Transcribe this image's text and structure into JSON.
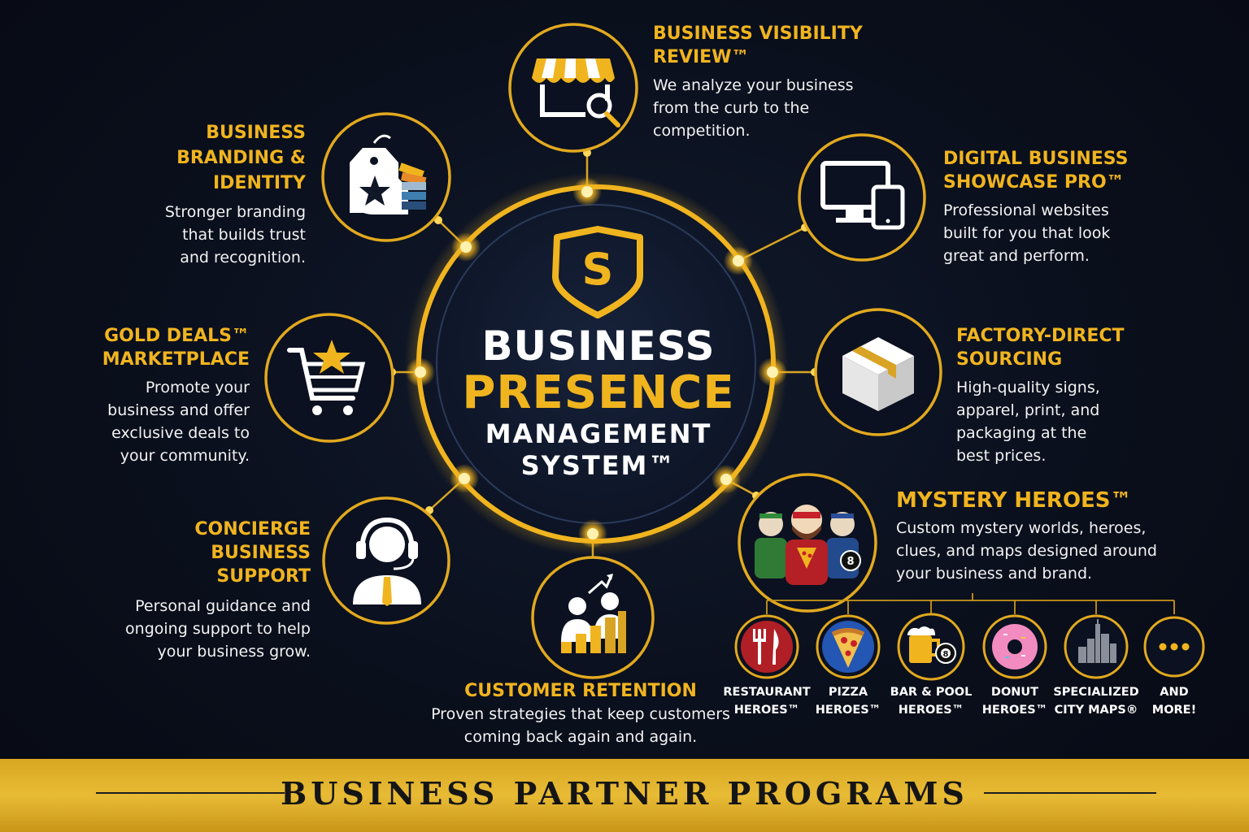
{
  "center": {
    "line1": "BUSINESS",
    "line2": "PRESENCE",
    "line3": "MANAGEMENT",
    "line4": "SYSTEM™"
  },
  "nodes": {
    "visibility": {
      "title": "BUSINESS VISIBILITY REVIEW™",
      "desc": "We analyze your business from the curb to the competition.",
      "icon": "storefront-search-icon"
    },
    "showcase": {
      "title": "DIGITAL BUSINESS SHOWCASE PRO™",
      "desc": "Professional websites built for you that look great and perform.",
      "icon": "devices-icon"
    },
    "sourcing": {
      "title": "FACTORY-DIRECT SOURCING",
      "desc": "High-quality signs, apparel, print, and packaging at the best prices.",
      "icon": "box-icon"
    },
    "heroes": {
      "title": "MYSTERY HEROES™",
      "desc": "Custom mystery worlds, heroes, clues, and maps designed around your business and brand.",
      "icon": "heroes-icon"
    },
    "retention": {
      "title": "CUSTOMER RETENTION",
      "desc": "Proven strategies that keep customers coming back again and again.",
      "icon": "growth-chart-icon"
    },
    "concierge": {
      "title": "CONCIERGE BUSINESS SUPPORT",
      "desc": "Personal guidance and ongoing support to help your business grow.",
      "icon": "headset-support-icon"
    },
    "gold": {
      "title": "GOLD DEALS™ MARKETPLACE",
      "desc": "Promote your business and offer exclusive deals to your community.",
      "icon": "cart-star-icon"
    },
    "branding": {
      "title": "BUSINESS BRANDING & IDENTITY",
      "desc": "Stronger branding that builds trust and recognition.",
      "icon": "tag-palette-icon"
    }
  },
  "sub_programs": [
    {
      "line1": "RESTAURANT",
      "line2": "HEROES™",
      "icon": "fork-knife-icon"
    },
    {
      "line1": "PIZZA",
      "line2": "HEROES™",
      "icon": "pizza-icon"
    },
    {
      "line1": "BAR & POOL",
      "line2": "HEROES™",
      "icon": "beer-pool-icon"
    },
    {
      "line1": "DONUT",
      "line2": "HEROES™",
      "icon": "donut-icon"
    },
    {
      "line1": "SPECIALIZED",
      "line2": "CITY MAPS®",
      "icon": "city-skyline-icon"
    },
    {
      "line1": "AND",
      "line2": "MORE!",
      "icon": "more-dots-icon"
    }
  ],
  "footer": {
    "title": "BUSINESS PARTNER PROGRAMS"
  },
  "colors": {
    "gold": "#f0b41f",
    "background": "#0a0f1c",
    "footer": "#e0b02c"
  }
}
